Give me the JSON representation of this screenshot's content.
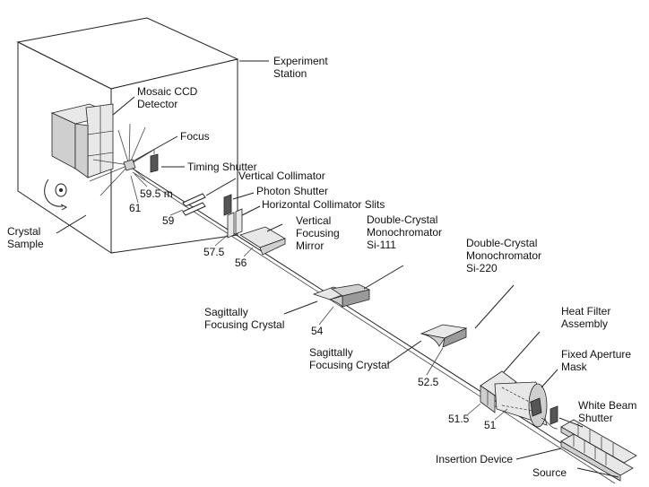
{
  "labels": {
    "experiment_station": [
      "Experiment",
      "Station"
    ],
    "mosaic_ccd_detector": [
      "Mosaic CCD",
      "Detector"
    ],
    "focus": "Focus",
    "timing_shutter": "Timing Shutter",
    "crystal_sample": [
      "Crystal",
      "Sample"
    ],
    "vertical_collimator": "Vertical Collimator",
    "photon_shutter": "Photon Shutter",
    "horizontal_collimator_slits": "Horizontal Collimator Slits",
    "vertical_focusing_mirror": [
      "Vertical",
      "Focusing",
      "Mirror"
    ],
    "dcm_si111": [
      "Double-Crystal",
      "Monochromator",
      "Si-111"
    ],
    "dcm_si220": [
      "Double-Crystal",
      "Monochromator",
      "Si-220"
    ],
    "sagittally_focusing_crystal_1": [
      "Sagittally",
      "Focusing Crystal"
    ],
    "sagittally_focusing_crystal_2": [
      "Sagittally",
      "Focusing Crystal"
    ],
    "heat_filter_assembly": [
      "Heat Filter",
      "Assembly"
    ],
    "fixed_aperture_mask": [
      "Fixed Aperture",
      "Mask"
    ],
    "white_beam_shutter": [
      "White Beam",
      "Shutter"
    ],
    "insertion_device": "Insertion Device",
    "source": "Source"
  },
  "distances": {
    "d_59_5": "59.5 m",
    "d_61": "61",
    "d_59": "59",
    "d_57_5": "57.5",
    "d_56": "56",
    "d_54": "54",
    "d_52_5": "52.5",
    "d_51_5": "51.5",
    "d_51": "51"
  }
}
